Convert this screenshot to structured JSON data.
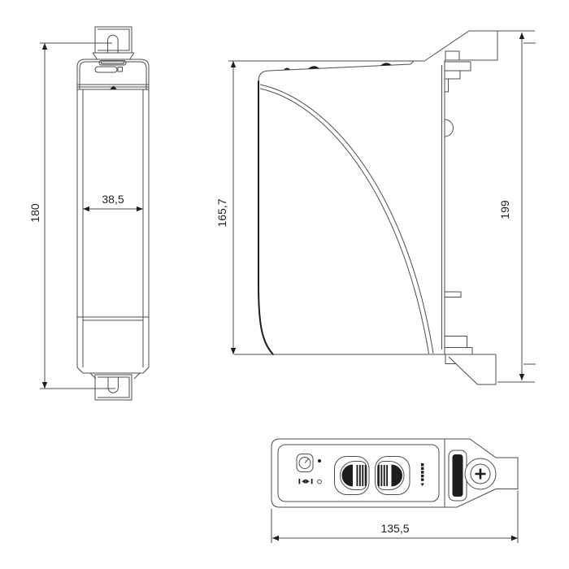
{
  "colors": {
    "bg": "#ffffff",
    "line": "#4d4d4d",
    "dark": "#1d1d1d",
    "text": "#222222"
  },
  "dimensions": {
    "front_height": "180",
    "front_width": "38,5",
    "side_front_height": "165,7",
    "side_total_height": "199",
    "top_width": "135,5"
  }
}
